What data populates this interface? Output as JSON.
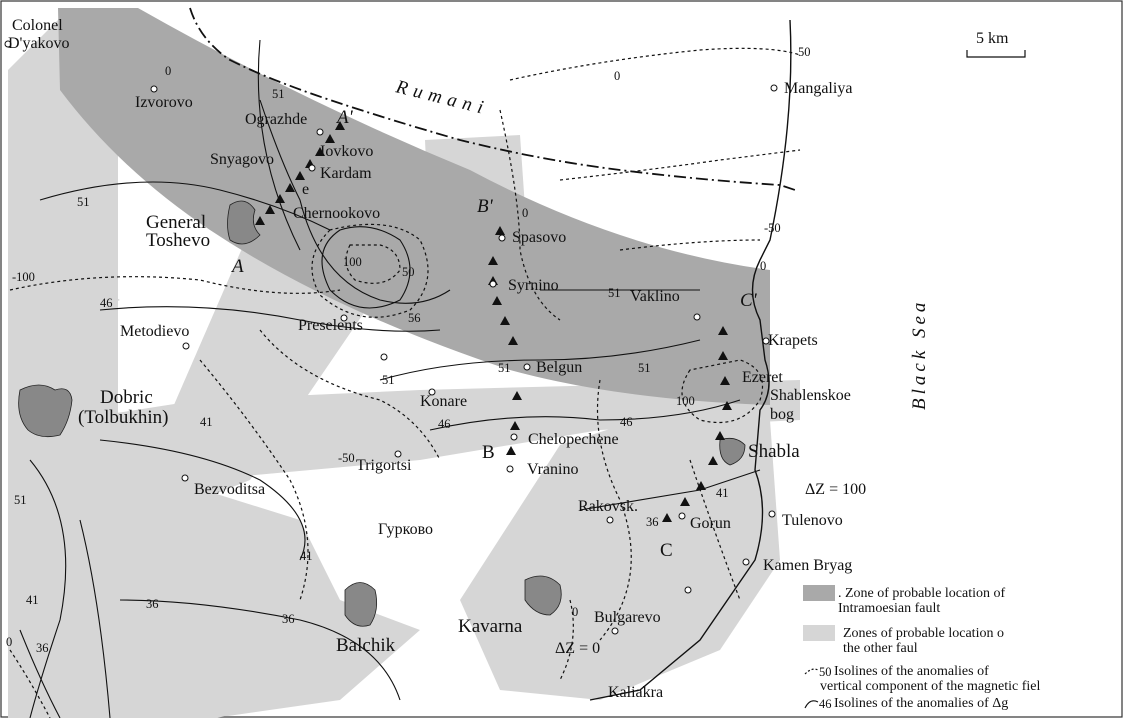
{
  "scale_bar": {
    "label": "5 km"
  },
  "regions": {
    "rumania": "Rumani",
    "sea": "Black Sea"
  },
  "towns": [
    {
      "id": "colonel",
      "name": "Colonel"
    },
    {
      "id": "dyakovo",
      "name": "D'yakovo"
    },
    {
      "id": "izvorovo",
      "name": "Izvorovo"
    },
    {
      "id": "ograzhde",
      "name": "Ograzhde"
    },
    {
      "id": "iovkovo",
      "name": "Iovkovo"
    },
    {
      "id": "snyagovo",
      "name": "Snyagovo"
    },
    {
      "id": "kardam",
      "name": "Kardam"
    },
    {
      "id": "general",
      "name": "General"
    },
    {
      "id": "toshevo",
      "name": "Toshevo"
    },
    {
      "id": "chernookovo",
      "name": "Chernookovo"
    },
    {
      "id": "spasovo",
      "name": "Spasovo"
    },
    {
      "id": "syrnino",
      "name": "Syrnino"
    },
    {
      "id": "vaklino",
      "name": "Vaklino"
    },
    {
      "id": "mangaliya",
      "name": "Mangaliya"
    },
    {
      "id": "krapets",
      "name": "Krapets"
    },
    {
      "id": "ezeret",
      "name": "Ezeret"
    },
    {
      "id": "shablenskoe",
      "name": "Shablenskoe"
    },
    {
      "id": "bog",
      "name": "bog"
    },
    {
      "id": "shabla",
      "name": "Shabla"
    },
    {
      "id": "metodievo",
      "name": "Metodievo"
    },
    {
      "id": "preselents",
      "name": "Preselents"
    },
    {
      "id": "belgun",
      "name": "Belgun"
    },
    {
      "id": "konare",
      "name": "Konare"
    },
    {
      "id": "chelopechene",
      "name": "Chelopechene"
    },
    {
      "id": "vranino",
      "name": "Vranino"
    },
    {
      "id": "trigortsi",
      "name": "Trigortsi"
    },
    {
      "id": "dobric",
      "name": "Dobric"
    },
    {
      "id": "tolbukhin",
      "name": "(Tolbukhin)"
    },
    {
      "id": "bezvoditsa",
      "name": "Bezvoditsa"
    },
    {
      "id": "gurkovo",
      "name": "Гурково"
    },
    {
      "id": "rakovsk",
      "name": "Rakovsk."
    },
    {
      "id": "gorun",
      "name": "Gorun"
    },
    {
      "id": "tulenovo",
      "name": "Tulenovo"
    },
    {
      "id": "kamen",
      "name": "Kamen Bryag"
    },
    {
      "id": "balchik",
      "name": "Balchik"
    },
    {
      "id": "kavarna",
      "name": "Kavarna"
    },
    {
      "id": "bulgarevo",
      "name": "Bulgarevo"
    },
    {
      "id": "kaliakra",
      "name": "Kaliakra"
    }
  ],
  "profile_labels": [
    "A",
    "A'",
    "B",
    "B'",
    "C",
    "C'",
    "e"
  ],
  "isoline_labels": {
    "magnetic": [
      "0",
      "50",
      "-50",
      "-100",
      "100",
      "0",
      "50",
      "0",
      "100",
      "-50",
      "0",
      "0"
    ],
    "gravity": [
      "51",
      "51",
      "51",
      "46",
      "56",
      "51",
      "51",
      "51",
      "46",
      "41",
      "41",
      "46",
      "51",
      "41",
      "41",
      "36",
      "36",
      "36",
      "0",
      "36"
    ]
  },
  "annotations": {
    "dz100": "ΔZ = 100",
    "dz0": "ΔZ = 0"
  },
  "legend": {
    "item1": ". Zone of probable location of",
    "item1b": "Intramoesian fault",
    "item2": "Zones of probable location o",
    "item2b": "the other faul",
    "item3_sample": "50",
    "item3": "Isolines of the anomalies of",
    "item3b": "vertical component of the magnetic fiel",
    "item4_sample": "46",
    "item4": "Isolines of the anomalies of Δg"
  },
  "colors": {
    "intramoesian_zone": "#a9a9a9",
    "other_zones": "#d6d6d6",
    "lines": "#111111"
  }
}
